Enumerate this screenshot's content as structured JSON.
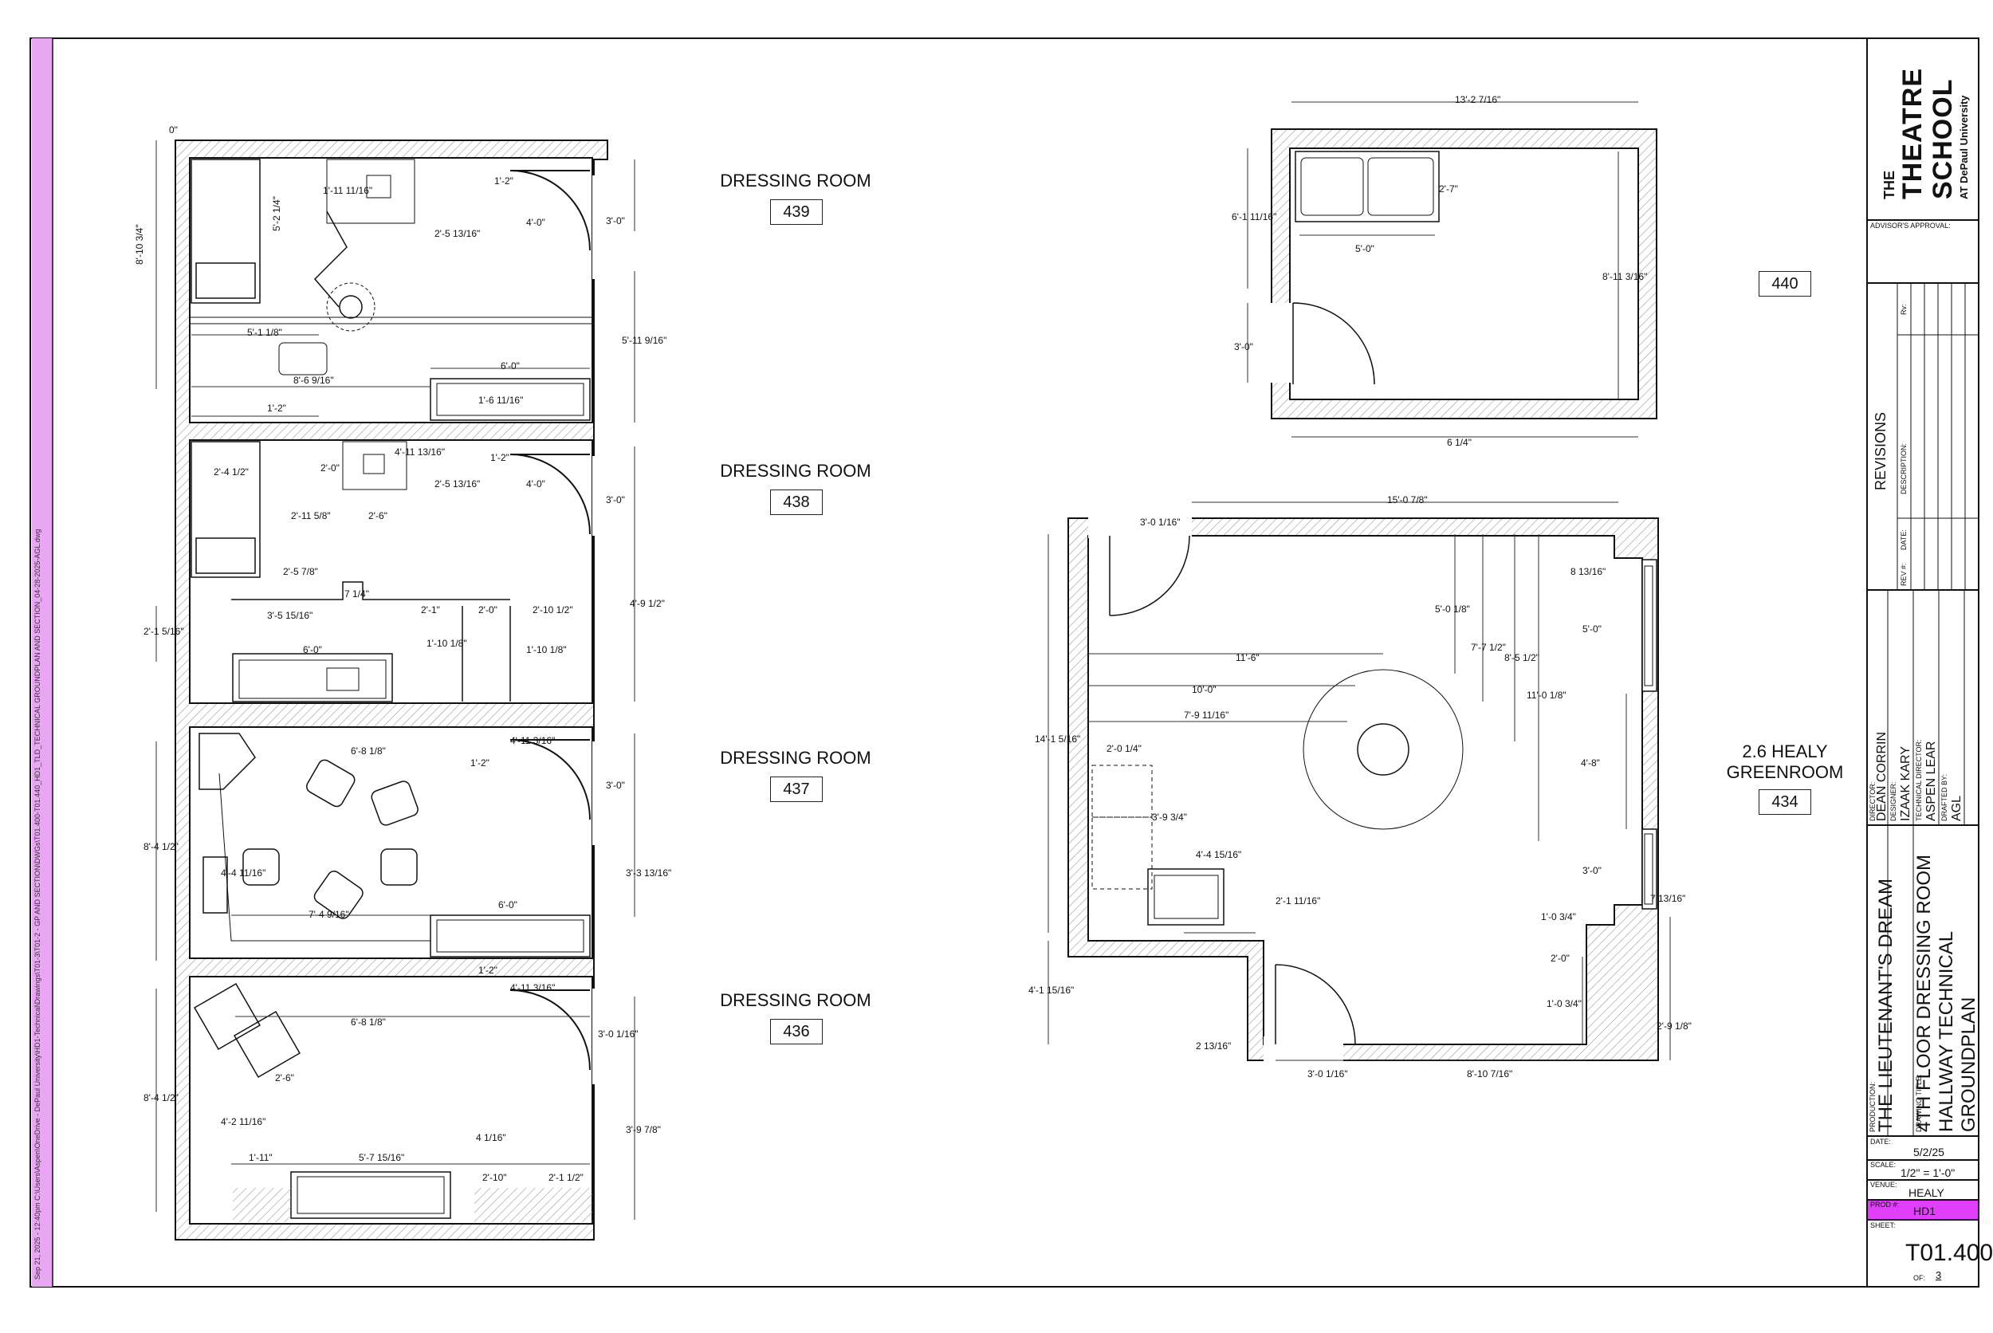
{
  "rooms": [
    {
      "name": "DRESSING ROOM",
      "number": "439"
    },
    {
      "name": "DRESSING ROOM",
      "number": "438"
    },
    {
      "name": "DRESSING ROOM",
      "number": "437"
    },
    {
      "name": "DRESSING ROOM",
      "number": "436"
    },
    {
      "name": "",
      "number": "440"
    },
    {
      "name": "2.6 HEALY\nGREENROOM",
      "number": "434"
    }
  ],
  "dims_439": [
    "0\"",
    "8'-10 3/4\"",
    "5'-2 1/4\"",
    "1'-11 11/16\"",
    "1'-2\"",
    "2'-5 13/16\"",
    "4'-0\"",
    "3'-0\"",
    "5'-11 9/16\"",
    "5'-1 1/8\"",
    "8'-6 9/16\"",
    "6'-0\"",
    "1'-6 11/16\"",
    "1'-2\""
  ],
  "dims_438": [
    "2'-4 1/2\"",
    "2'-0\"",
    "4'-11 13/16\"",
    "1'-2\"",
    "2'-5 13/16\"",
    "4'-0\"",
    "3'-0\"",
    "2'-11 5/8\"",
    "2'-6\"",
    "2'-5 7/8\"",
    "7 1/4\"",
    "2'-1 5/16\"",
    "3'-5 15/16\"",
    "2'-1\"",
    "2'-0\"",
    "2'-10 1/2\"",
    "4'-9 1/2\"",
    "6'-0\"",
    "1'-10 1/8\"",
    "1'-10 1/8\""
  ],
  "dims_437": [
    "6'-8 1/8\"",
    "4'-11 3/16\"",
    "1'-2\"",
    "3'-0\"",
    "8'-4 1/2\"",
    "4'-4 11/16\"",
    "3'-3 13/16\"",
    "7'-4 9/16\"",
    "6'-0\""
  ],
  "dims_436": [
    "1'-2\"",
    "4'-11 3/16\"",
    "6'-8 1/8\"",
    "3'-0 1/16\"",
    "8'-4 1/2\"",
    "2'-6\"",
    "4'-2 11/16\"",
    "4 1/16\"",
    "3'-9 7/8\"",
    "1'-11\"",
    "5'-7 15/16\"",
    "2'-10\"",
    "2'-1 1/2\""
  ],
  "dims_440": [
    "13'-2 7/16\"",
    "2'-7\"",
    "6'-1 11/16\"",
    "5'-0\"",
    "8'-11 3/16\"",
    "3'-0\"",
    "6 1/4\""
  ],
  "dims_434": [
    "15'-0 7/8\"",
    "3'-0 1/16\"",
    "8 13/16\"",
    "5'-0 1/8\"",
    "7'-7 1/2\"",
    "8'-5 1/2\"",
    "5'-0\"",
    "11'-6\"",
    "10'-0\"",
    "11'-0 1/8\"",
    "7'-9 11/16\"",
    "14'-1 5/16\"",
    "2'-0 1/4\"",
    "4'-8\"",
    "3'-9 3/4\"",
    "4'-4 15/16\"",
    "3'-0\"",
    "2'-1 11/16\"",
    "7 13/16\"",
    "1'-0 3/4\"",
    "2'-0\"",
    "4'-1 15/16\"",
    "1'-0 3/4\"",
    "2'-9 1/8\"",
    "2 13/16\"",
    "3'-0 1/16\"",
    "8'-10 7/16\""
  ],
  "side_note": "Sep 21, 2025 - 12:40pm C:\\Users\\Aspen\\OneDrive - DePaul University\\HD1-Technical\\Drawings\\T01-3\\T01-2 - GP AND SECTION\\DWGs\\T01.400-T01.440_HD1_TLD_TECHNICAL GROUNDPLAN AND SECTION_04-28-2025-AGL.dwg",
  "title_block": {
    "logo_the": "THE",
    "logo_theatre": "THEATRE",
    "logo_school": "SCHOOL",
    "logo_at": "AT DePaul University",
    "advisor": "ADVISOR'S APPROVAL:",
    "revisions": "REVISIONS",
    "rev_label": "Rv:",
    "rev_num": "REV #:",
    "date_label": "DATE:",
    "desc_label": "DESCRIPTION:",
    "director_label": "DIRECTOR:",
    "director": "DEAN CORRIN",
    "designer_label": "DESIGNER:",
    "designer": "IZAAK KARY",
    "techdir_label": "TECHNICAL DIRECTOR:",
    "techdir": "ASPEN LEAR",
    "drafted_label": "DRAFTED BY:",
    "drafted": "AGL",
    "production_label": "PRODUCTION:",
    "production": "THE LIEUTENANT'S DREAM",
    "drawing_label": "DRAWING TITLE:",
    "drawing_1": "4TH FLOOR DRESSING ROOM",
    "drawing_2": "HALLWAY TECHNICAL",
    "drawing_3": "GROUNDPLAN",
    "date_field_label": "DATE:",
    "date": "5/2/25",
    "scale_label": "SCALE:",
    "scale": "1/2\" = 1'-0\"",
    "venue_label": "VENUE:",
    "venue": "HEALY",
    "prod_label": "PROD #:",
    "prod": "HD1",
    "sheet_label": "SHEET:",
    "sheet": "T01.400",
    "of_label": "OF:",
    "of": "3"
  },
  "colors": {
    "accent": "#e040fb",
    "line": "#111111",
    "hatch": "#888888"
  }
}
